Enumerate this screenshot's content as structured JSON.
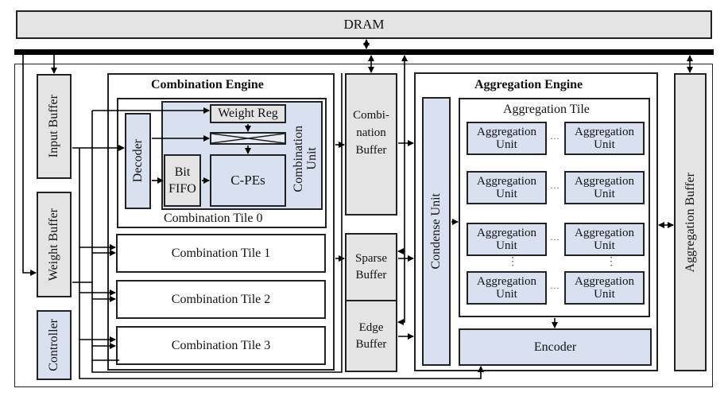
{
  "dram": {
    "label": "DRAM"
  },
  "left_column": {
    "input_buffer": "Input Buffer",
    "weight_buffer": "Weight Buffer",
    "controller": "Controller"
  },
  "combination_engine": {
    "title": "Combination Engine",
    "tile0": {
      "label": "Combination Tile 0",
      "decoder": "Decoder",
      "weight_reg": "Weight Reg",
      "bit_fifo_line1": "Bit",
      "bit_fifo_line2": "FIFO",
      "cpes": "C-PEs",
      "combination_unit_line1": "Combination",
      "combination_unit_line2": "Unit"
    },
    "tiles": [
      "Combination Tile 1",
      "Combination Tile 2",
      "Combination Tile 3"
    ]
  },
  "middle_buffers": {
    "combination_buffer": [
      "Combi-",
      "nation",
      "Buffer"
    ],
    "sparse_buffer": [
      "Sparse",
      "Buffer"
    ],
    "edge_buffer": [
      "Edge",
      "Buffer"
    ]
  },
  "aggregation_engine": {
    "title": "Aggregation Engine",
    "condense_unit": "Condense Unit",
    "tile_title": "Aggregation Tile",
    "unit_line1": "Aggregation",
    "unit_line2": "Unit",
    "ellipsis_h": "···",
    "ellipsis_v": "⋮",
    "encoder": "Encoder"
  },
  "aggregation_buffer": {
    "label": "Aggregation Buffer"
  },
  "colors": {
    "buffer_gray": "#e4e4e4",
    "unit_blue": "#d9e1f1",
    "line": "#222222"
  }
}
